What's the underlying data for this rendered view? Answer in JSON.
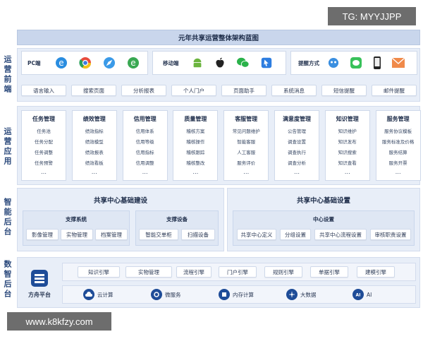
{
  "watermarks": {
    "top": "TG: MYYJJPP",
    "bottom": "www.k8kfzy.com"
  },
  "title": "元年共享运营整体架构蓝图",
  "side_labels": {
    "front": "运营前端",
    "app": "运营应用",
    "mid": "智能后台",
    "data": "数智后台"
  },
  "front": {
    "groups": [
      {
        "label": "PC端",
        "icons": [
          "ie-icon",
          "chrome-icon",
          "safari-icon",
          "edge-icon"
        ]
      },
      {
        "label": "移动端",
        "icons": [
          "android-icon",
          "apple-icon",
          "wechat-icon",
          "app-icon"
        ]
      },
      {
        "label": "提醒方式",
        "icons": [
          "robot-icon",
          "message-icon",
          "phone-icon",
          "mail-icon"
        ]
      }
    ],
    "chips": [
      "语言输入",
      "搜索页面",
      "分析报表",
      "个人门户",
      "页面助手",
      "系统消息",
      "短信提醒",
      "邮件提醒"
    ]
  },
  "apps": [
    {
      "title": "任务管理",
      "items": [
        "任务池",
        "任务分配",
        "任务调整",
        "任务预警"
      ]
    },
    {
      "title": "绩效管理",
      "items": [
        "绩效指标",
        "绩效模型",
        "绩效报表",
        "绩效看板"
      ]
    },
    {
      "title": "信用管理",
      "items": [
        "信用体系",
        "信用等级",
        "信用指标",
        "信用调整"
      ]
    },
    {
      "title": "质量管理",
      "items": [
        "稽核方案",
        "稽核操作",
        "稽核跟踪",
        "稽核整改"
      ]
    },
    {
      "title": "客服管理",
      "items": [
        "常见问题维护",
        "智能客服",
        "人工客服",
        "服务评价"
      ]
    },
    {
      "title": "满意度管理",
      "items": [
        "公告管理",
        "调查设置",
        "调查执行",
        "调查分析"
      ]
    },
    {
      "title": "知识管理",
      "items": [
        "知识维护",
        "知识发布",
        "知识搜索",
        "知识查看"
      ]
    },
    {
      "title": "服务管理",
      "items": [
        "服务协议模板",
        "服务标准及价格",
        "服务结算",
        "服务开票"
      ]
    }
  ],
  "ellipsis": "…",
  "mid": {
    "left": {
      "title": "共享中心基础建设",
      "boxes": [
        {
          "title": "支撑系统",
          "chips": [
            "影像管理",
            "实物管理",
            "档案管理"
          ]
        },
        {
          "title": "支撑设备",
          "chips": [
            "智能交单柜",
            "扫描设备"
          ]
        }
      ]
    },
    "right": {
      "title": "共享中心基础设置",
      "box": {
        "title": "中心设置",
        "chips": [
          "共享中心定义",
          "分组设置",
          "共享中心流程设置",
          "审核职责设置"
        ]
      }
    }
  },
  "data_layer": {
    "platform": "方舟平台",
    "engines": [
      "知识引擎",
      "实物管理",
      "流程引擎",
      "门户引擎",
      "规则引擎",
      "单据引擎",
      "建模引擎"
    ],
    "services": [
      {
        "label": "云计算",
        "icon": "cloud-icon"
      },
      {
        "label": "微服务",
        "icon": "microservice-icon"
      },
      {
        "label": "内存计算",
        "icon": "memory-icon"
      },
      {
        "label": "大数据",
        "icon": "bigdata-icon"
      },
      {
        "label": "AI",
        "icon": "ai-icon"
      }
    ]
  },
  "colors": {
    "panel": "#e8eef8",
    "accent": "#1e4c98",
    "header": "#c9d6ec"
  }
}
